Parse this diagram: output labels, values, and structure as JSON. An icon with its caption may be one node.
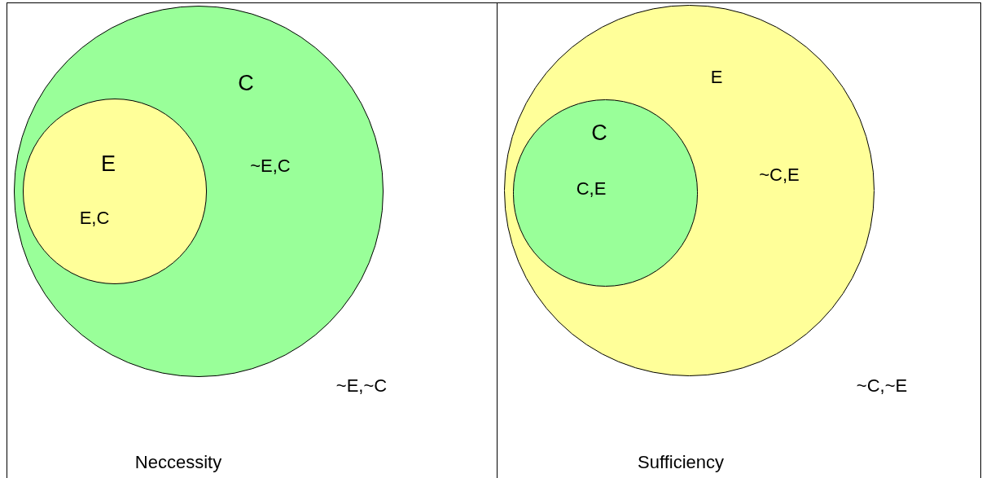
{
  "diagram": {
    "nodes": [
      {
        "text": [
          "~E,~C",
          "Neccessity"
        ]
      },
      {
        "text": [
          "C",
          "~E,C"
        ],
        "in": 0
      },
      {
        "text": [
          "E",
          "E,C"
        ],
        "in": 1
      },
      {
        "text": [
          "~C,~E",
          "Sufficiency"
        ]
      },
      {
        "text": [
          "E",
          "~C,E"
        ],
        "in": 3
      },
      {
        "text": [
          "C",
          "C,E"
        ],
        "in": 4
      }
    ]
  }
}
